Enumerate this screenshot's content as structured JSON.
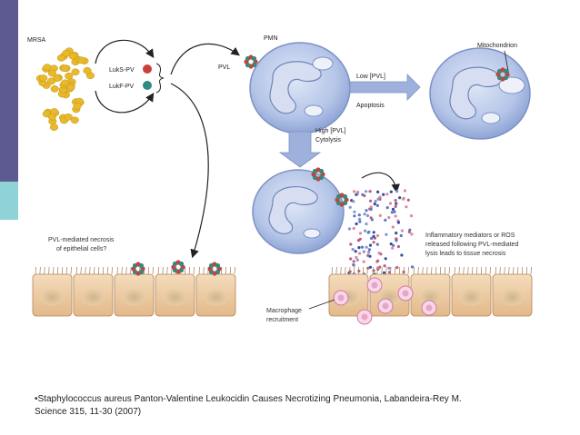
{
  "labels": {
    "mrsa": "MRSA",
    "luks": "LukS-PV",
    "lukf": "LukF-PV",
    "pvl": "PVL",
    "pmn": "PMN",
    "mitochondrion": "Mitochondrion",
    "low_pvl": "Low [PVL]",
    "apoptosis": "Apoptosis",
    "high_pvl": "High [PVL]",
    "cytolysis": "Cytolysis",
    "necrosis_line1": "PVL-mediated necrosis",
    "necrosis_line2": "of epithelial cells?",
    "inflam_line1": "Inflammatory mediators or ROS",
    "inflam_line2": "released following PVL-mediated",
    "inflam_line3": "lysis leads to tissue necrosis",
    "macrophage_line1": "Macrophage",
    "macrophage_line2": "recruitment"
  },
  "citation": {
    "line1": "•Staphylococcus aureus Panton-Valentine Leukocidin Causes Necrotizing Pneumonia, Labandeira-Rey M.",
    "line2": "Science 315, 11-30 (2007)"
  },
  "colors": {
    "sidebar_top": "#5d5a91",
    "sidebar_bottom": "#8fd3d6",
    "bacteria": "#e8b92a",
    "luks": "#c8423c",
    "lukf": "#2f8c80",
    "cell_fill": "#b9c9ea",
    "epithelium": "#e9c8a0"
  }
}
